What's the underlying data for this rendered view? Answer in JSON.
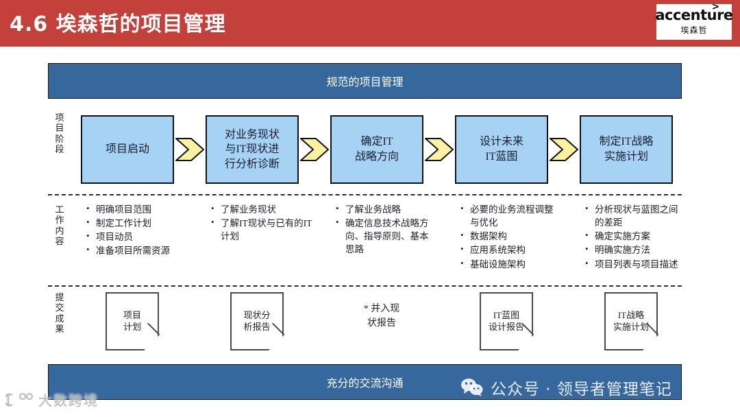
{
  "header": {
    "title": "4.6 埃森哲的项目管理",
    "brand": {
      "word": "accenture",
      "caret": ">",
      "cn": "埃森哲"
    },
    "bg_color": "#c4403a"
  },
  "colors": {
    "banner_blue": "#36689d",
    "stage_blue": "#a6d2f4",
    "arrow_yellow": "#fbf2a0",
    "header_red": "#c4403a"
  },
  "diagram": {
    "top_bar": "规范的项目管理",
    "bottom_bar": "充分的交流沟通",
    "row_labels": {
      "stages": "项目阶段",
      "work": "工作内容",
      "deliverables": "提交成果"
    },
    "stages": [
      {
        "label": "项目启动"
      },
      {
        "label": "对业务现状\n与IT现状进\n行分析诊断"
      },
      {
        "label": "确定IT\n战略方向"
      },
      {
        "label": "设计未来\nIT蓝图"
      },
      {
        "label": "制定IT战略\n实施计划"
      }
    ],
    "work_content": [
      [
        "明确项目范围",
        "制定工作计划",
        "项目动员",
        "准备项目所需资源"
      ],
      [
        "了解业务现状",
        "了解IT现状与已有的IT计划"
      ],
      [
        "了解业务战略",
        "确定信息技术战略方向、指导原则、基本思路"
      ],
      [
        "必要的业务流程调整与优化",
        "数据架构",
        "应用系统架构",
        "基础设施架构"
      ],
      [
        "分析现状与蓝图之间的差距",
        "确定实施方案",
        "明确实施方法",
        "项目列表与项目描述"
      ]
    ],
    "deliverables": [
      {
        "type": "document",
        "label": "项目\n计划"
      },
      {
        "type": "document",
        "label": "现状分\n析报告"
      },
      {
        "type": "text",
        "label": "* 并入现\n状报告"
      },
      {
        "type": "document",
        "label": "IT蓝图\n设计报告"
      },
      {
        "type": "document",
        "label": "IT战略\n实施计划"
      }
    ]
  },
  "watermarks": {
    "wechat": "公众号 · 领导者管理笔记",
    "bottom_left": "大数跨境"
  }
}
